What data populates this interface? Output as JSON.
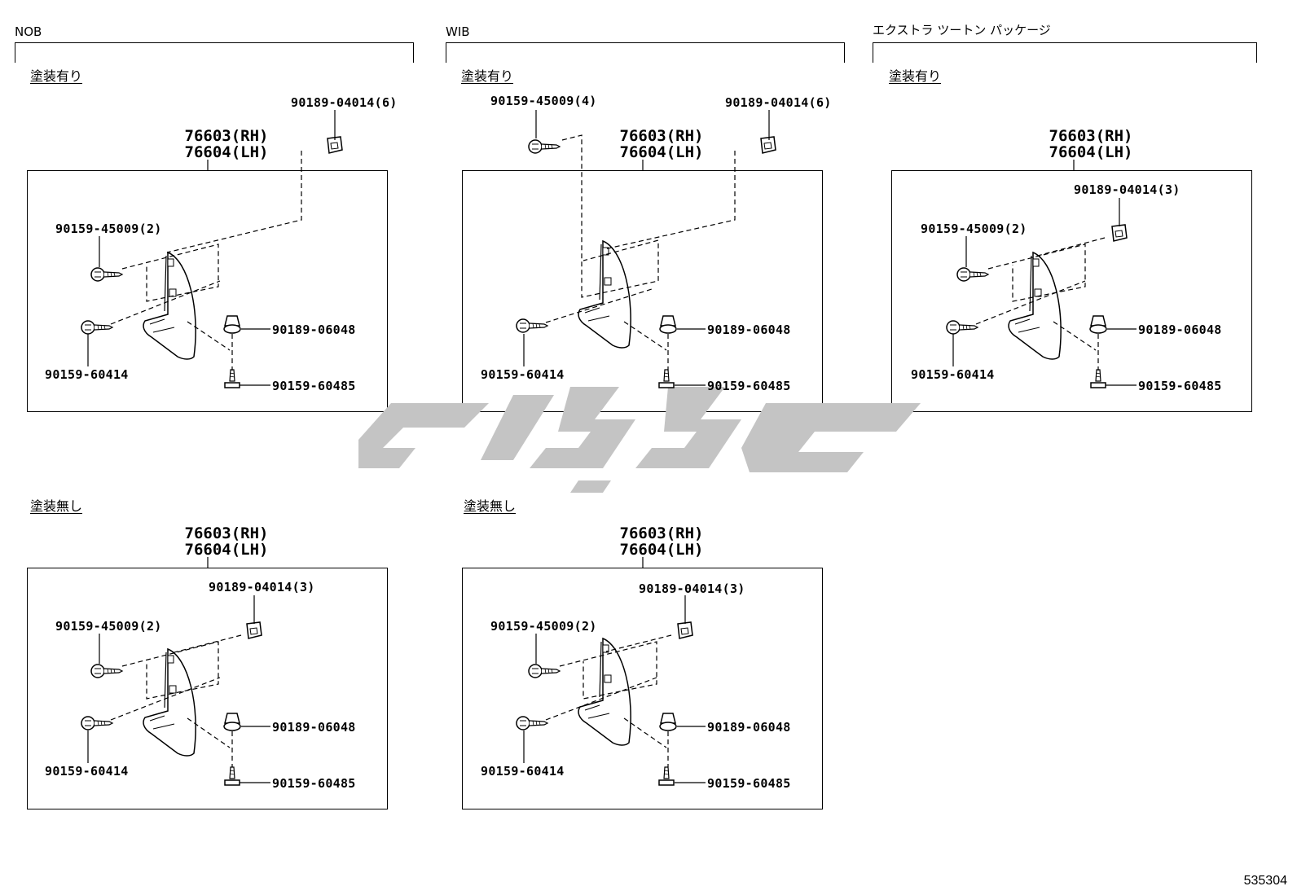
{
  "groups": [
    {
      "label": "NOB"
    },
    {
      "label": "WIB"
    },
    {
      "label": "エクストラ ツートン パッケージ"
    }
  ],
  "subheads": {
    "painted": "塗装有り",
    "unpainted": "塗装無し"
  },
  "panels": {
    "p1": {
      "main_rh": "76603(RH)",
      "main_lh": "76604(LH)",
      "clip_top": "90189-04014(6)",
      "screw_upper": "90159-45009(2)",
      "screw_lower": "90159-60414",
      "clip_right": "90189-06048",
      "bolt": "90159-60485"
    },
    "p2": {
      "main_rh": "76603(RH)",
      "main_lh": "76604(LH)",
      "clip_top": "90189-04014(6)",
      "screw_upper": "90159-45009(4)",
      "screw_lower": "90159-60414",
      "clip_right": "90189-06048",
      "bolt": "90159-60485"
    },
    "p3": {
      "main_rh": "76603(RH)",
      "main_lh": "76604(LH)",
      "clip_top": "90189-04014(3)",
      "screw_upper": "90159-45009(2)",
      "screw_lower": "90159-60414",
      "clip_right": "90189-06048",
      "bolt": "90159-60485"
    },
    "p4": {
      "main_rh": "76603(RH)",
      "main_lh": "76604(LH)",
      "clip_top": "90189-04014(3)",
      "screw_upper": "90159-45009(2)",
      "screw_lower": "90159-60414",
      "clip_right": "90189-06048",
      "bolt": "90159-60485"
    },
    "p5": {
      "main_rh": "76603(RH)",
      "main_lh": "76604(LH)",
      "clip_top": "90189-04014(3)",
      "screw_upper": "90159-45009(2)",
      "screw_lower": "90159-60414",
      "clip_right": "90189-06048",
      "bolt": "90159-60485"
    }
  },
  "diagram_id": "535304",
  "colors": {
    "line": "#000000",
    "watermark": "#c4c4c4"
  }
}
